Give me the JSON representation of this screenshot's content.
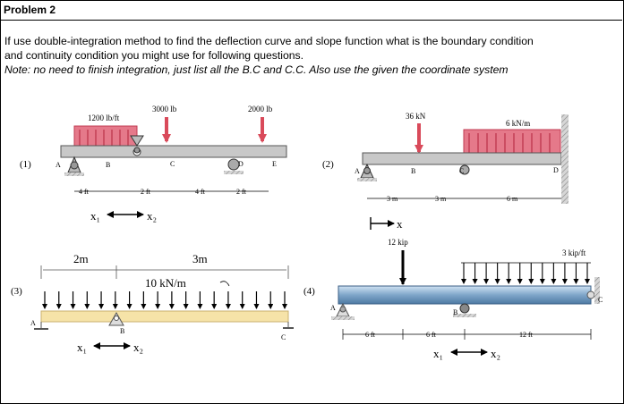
{
  "problem": {
    "title": "Problem 2",
    "line1": "If use double-integration method to find the deflection curve and slope function what is the boundary condition",
    "line2": "and continuity condition you might use for following questions.",
    "line3": "Note: no need to finish integration, just list all the B.C and C.C. Also use the given the coordinate system"
  },
  "figure1": {
    "number": "(1)",
    "distributed_load": "1200 lb/ft",
    "point_load_c": "3000 lb",
    "point_load_e": "2000 lb",
    "points": [
      "A",
      "B",
      "C",
      "D",
      "E"
    ],
    "dims": [
      "4 ft",
      "2 ft",
      "4 ft",
      "2 ft"
    ],
    "coord_left": "x₁",
    "coord_right": "x₂"
  },
  "figure2": {
    "number": "(2)",
    "point_load": "36 kN",
    "distributed_load": "6 kN/m",
    "points": [
      "A",
      "B",
      "C",
      "D"
    ],
    "dims": [
      "3 m",
      "3 m",
      "6 m"
    ],
    "coord": "x"
  },
  "figure3": {
    "number": "(3)",
    "dim_left": "2m",
    "dim_right": "3m",
    "distributed_load": "10 kN/m",
    "points": [
      "A",
      "B",
      "C"
    ],
    "coord_left": "x₁",
    "coord_right": "x₂"
  },
  "figure4": {
    "number": "(4)",
    "point_load": "12 kip",
    "distributed_load": "3 kip/ft",
    "points": [
      "A",
      "B",
      "C"
    ],
    "dims": [
      "6 ft",
      "6 ft",
      "12 ft"
    ],
    "coord_left": "x₁",
    "coord_right": "x₂"
  }
}
